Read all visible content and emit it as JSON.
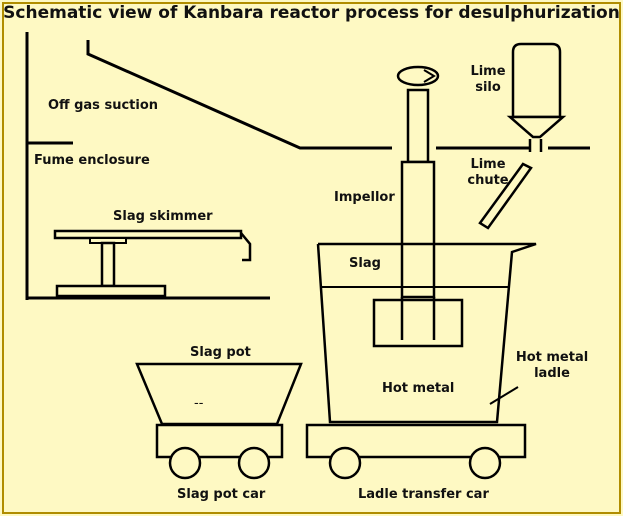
{
  "title": "Schematic view of Kanbara reactor process for desulphurization",
  "labels": {
    "off_gas": "Off gas suction",
    "fume": "Fume enclosure",
    "skimmer": "Slag skimmer",
    "slag_pot": "Slag pot",
    "slag_pot_mark": "--",
    "slag_pot_car": "Slag pot car",
    "lime_silo_1": "Lime",
    "lime_silo_2": "silo",
    "lime_chute_1": "Lime",
    "lime_chute_2": "chute",
    "impellor": "Impellor",
    "slag": "Slag",
    "hot_metal": "Hot metal",
    "ladle_1": "Hot metal",
    "ladle_2": "ladle",
    "transfer_car": "Ladle transfer car"
  },
  "colors": {
    "background": "#fef9c3",
    "border": "#b08d00",
    "line": "#000000",
    "fill": "#fef9c3"
  }
}
